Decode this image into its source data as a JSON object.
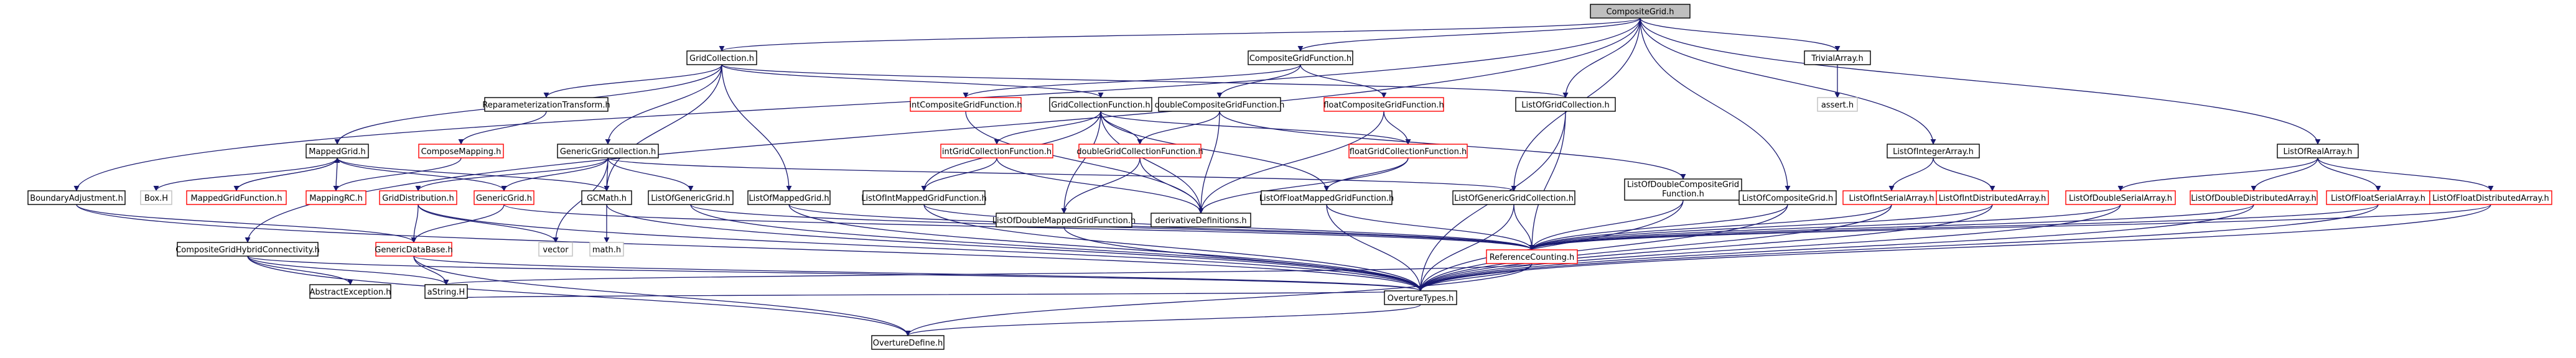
{
  "graph": {
    "nodes": [
      {
        "id": "CompositeGrid.h",
        "label": "CompositeGrid.h",
        "style": "root"
      },
      {
        "id": "GridCollection.h",
        "label": "GridCollection.h",
        "style": "black"
      },
      {
        "id": "CompositeGridFunction.h",
        "label": "CompositeGridFunction.h",
        "style": "black"
      },
      {
        "id": "TrivialArray.h",
        "label": "TrivialArray.h",
        "style": "black"
      },
      {
        "id": "assert.h",
        "label": "assert.h",
        "style": "gray"
      },
      {
        "id": "ReparameterizationTransform.h",
        "label": "ReparameterizationTransform.h",
        "style": "black"
      },
      {
        "id": "intCompositeGridFunction.h",
        "label": "intCompositeGridFunction.h",
        "style": "red"
      },
      {
        "id": "GridCollectionFunction.h",
        "label": "GridCollectionFunction.h",
        "style": "black"
      },
      {
        "id": "doubleCompositeGridFunction.h",
        "label": "doubleCompositeGridFunction.h",
        "style": "black"
      },
      {
        "id": "floatCompositeGridFunction.h",
        "label": "floatCompositeGridFunction.h",
        "style": "red"
      },
      {
        "id": "ListOfGridCollection.h",
        "label": "ListOfGridCollection.h",
        "style": "black"
      },
      {
        "id": "ComposeMapping.h",
        "label": "ComposeMapping.h",
        "style": "red"
      },
      {
        "id": "intGridCollectionFunction.h",
        "label": "intGridCollectionFunction.h",
        "style": "red"
      },
      {
        "id": "doubleGridCollectionFunction.h",
        "label": "doubleGridCollectionFunction.h",
        "style": "red"
      },
      {
        "id": "floatGridCollectionFunction.h",
        "label": "floatGridCollectionFunction.h",
        "style": "red"
      },
      {
        "id": "MappedGrid.h",
        "label": "MappedGrid.h",
        "style": "black"
      },
      {
        "id": "GenericGridCollection.h",
        "label": "GenericGridCollection.h",
        "style": "black"
      },
      {
        "id": "ListOfIntegerArray.h",
        "label": "ListOfIntegerArray.h",
        "style": "black"
      },
      {
        "id": "ListOfRealArray.h",
        "label": "ListOfRealArray.h",
        "style": "black"
      },
      {
        "id": "BoundaryAdjustment.h",
        "label": "BoundaryAdjustment.h",
        "style": "black"
      },
      {
        "id": "Box.H",
        "label": "Box.H",
        "style": "gray"
      },
      {
        "id": "MappedGridFunction.h",
        "label": "MappedGridFunction.h",
        "style": "red"
      },
      {
        "id": "MappingRC.h",
        "label": "MappingRC.h",
        "style": "red"
      },
      {
        "id": "GridDistribution.h",
        "label": "GridDistribution.h",
        "style": "red"
      },
      {
        "id": "GenericGrid.h",
        "label": "GenericGrid.h",
        "style": "red"
      },
      {
        "id": "GCMath.h",
        "label": "GCMath.h",
        "style": "black"
      },
      {
        "id": "ListOfGenericGrid.h",
        "label": "ListOfGenericGrid.h",
        "style": "black"
      },
      {
        "id": "ListOfMappedGrid.h",
        "label": "ListOfMappedGrid.h",
        "style": "black"
      },
      {
        "id": "ListOfIntMappedGridFunction.h",
        "label": "ListOfIntMappedGridFunction.h",
        "style": "black"
      },
      {
        "id": "ListOfDoubleMappedGridFunction.h",
        "label": "ListOfDoubleMappedGridFunction.h",
        "style": "black"
      },
      {
        "id": "derivativeDefinitions.h",
        "label": "derivativeDefinitions.h",
        "style": "black"
      },
      {
        "id": "ListOfFloatMappedGridFunction.h",
        "label": "ListOfFloatMappedGridFunction.h",
        "style": "black"
      },
      {
        "id": "ListOfGenericGridCollection.h",
        "label": "ListOfGenericGridCollection.h",
        "style": "black"
      },
      {
        "id": "ListOfDoubleCompositeGridFunction.h",
        "label": "ListOfDoubleCompositeGrid\nFunction.h",
        "style": "black"
      },
      {
        "id": "ListOfCompositeGrid.h",
        "label": "ListOfCompositeGrid.h",
        "style": "black"
      },
      {
        "id": "ListOfIntSerialArray.h",
        "label": "ListOfIntSerialArray.h",
        "style": "red"
      },
      {
        "id": "ListOfIntDistributedArray.h",
        "label": "ListOfIntDistributedArray.h",
        "style": "red"
      },
      {
        "id": "ListOfDoubleSerialArray.h",
        "label": "ListOfDoubleSerialArray.h",
        "style": "red"
      },
      {
        "id": "ListOfDoubleDistributedArray.h",
        "label": "ListOfDoubleDistributedArray.h",
        "style": "red"
      },
      {
        "id": "ListOfFloatSerialArray.h",
        "label": "ListOfFloatSerialArray.h",
        "style": "red"
      },
      {
        "id": "ListOfFloatDistributedArray.h",
        "label": "ListOfFloatDistributedArray.h",
        "style": "red"
      },
      {
        "id": "CompositeGridHybridConnectivity.h",
        "label": "CompositeGridHybridConnectivity.h",
        "style": "black"
      },
      {
        "id": "GenericDataBase.h",
        "label": "GenericDataBase.h",
        "style": "red"
      },
      {
        "id": "vector",
        "label": "vector",
        "style": "gray"
      },
      {
        "id": "math.h",
        "label": "math.h",
        "style": "gray"
      },
      {
        "id": "ReferenceCounting.h",
        "label": "ReferenceCounting.h",
        "style": "red"
      },
      {
        "id": "AbstractException.h",
        "label": "AbstractException.h",
        "style": "black"
      },
      {
        "id": "aString.H",
        "label": "aString.H",
        "style": "black"
      },
      {
        "id": "OvertureTypes.h",
        "label": "OvertureTypes.h",
        "style": "black"
      },
      {
        "id": "OvertureDefine.h",
        "label": "OvertureDefine.h",
        "style": "black"
      }
    ],
    "edges": [
      [
        "CompositeGrid.h",
        "GridCollection.h"
      ],
      [
        "CompositeGrid.h",
        "CompositeGridFunction.h"
      ],
      [
        "CompositeGrid.h",
        "TrivialArray.h"
      ],
      [
        "CompositeGrid.h",
        "ListOfGridCollection.h"
      ],
      [
        "CompositeGrid.h",
        "ListOfIntegerArray.h"
      ],
      [
        "CompositeGrid.h",
        "ListOfRealArray.h"
      ],
      [
        "CompositeGrid.h",
        "ListOfGenericGridCollection.h"
      ],
      [
        "CompositeGrid.h",
        "ListOfCompositeGrid.h"
      ],
      [
        "CompositeGrid.h",
        "BoundaryAdjustment.h"
      ],
      [
        "CompositeGrid.h",
        "CompositeGridHybridConnectivity.h"
      ],
      [
        "TrivialArray.h",
        "assert.h"
      ],
      [
        "GridCollection.h",
        "ReparameterizationTransform.h"
      ],
      [
        "GridCollection.h",
        "GridCollectionFunction.h"
      ],
      [
        "GridCollection.h",
        "ListOfGridCollection.h"
      ],
      [
        "GridCollection.h",
        "MappedGrid.h"
      ],
      [
        "GridCollection.h",
        "GenericGridCollection.h"
      ],
      [
        "GridCollection.h",
        "ListOfMappedGrid.h"
      ],
      [
        "GridCollection.h",
        "GCMath.h"
      ],
      [
        "ReparameterizationTransform.h",
        "ComposeMapping.h"
      ],
      [
        "ComposeMapping.h",
        "MappingRC.h"
      ],
      [
        "CompositeGridFunction.h",
        "intCompositeGridFunction.h"
      ],
      [
        "CompositeGridFunction.h",
        "doubleCompositeGridFunction.h"
      ],
      [
        "CompositeGridFunction.h",
        "floatCompositeGridFunction.h"
      ],
      [
        "intCompositeGridFunction.h",
        "derivativeDefinitions.h"
      ],
      [
        "doubleCompositeGridFunction.h",
        "doubleGridCollectionFunction.h"
      ],
      [
        "doubleCompositeGridFunction.h",
        "derivativeDefinitions.h"
      ],
      [
        "doubleCompositeGridFunction.h",
        "ListOfDoubleCompositeGridFunction.h"
      ],
      [
        "floatCompositeGridFunction.h",
        "floatGridCollectionFunction.h"
      ],
      [
        "floatCompositeGridFunction.h",
        "derivativeDefinitions.h"
      ],
      [
        "GridCollectionFunction.h",
        "intGridCollectionFunction.h"
      ],
      [
        "GridCollectionFunction.h",
        "doubleGridCollectionFunction.h"
      ],
      [
        "GridCollectionFunction.h",
        "floatGridCollectionFunction.h"
      ],
      [
        "GridCollectionFunction.h",
        "ListOfIntMappedGridFunction.h"
      ],
      [
        "GridCollectionFunction.h",
        "ListOfDoubleMappedGridFunction.h"
      ],
      [
        "GridCollectionFunction.h",
        "ListOfFloatMappedGridFunction.h"
      ],
      [
        "GridCollectionFunction.h",
        "derivativeDefinitions.h"
      ],
      [
        "intGridCollectionFunction.h",
        "ListOfIntMappedGridFunction.h"
      ],
      [
        "intGridCollectionFunction.h",
        "derivativeDefinitions.h"
      ],
      [
        "doubleGridCollectionFunction.h",
        "ListOfDoubleMappedGridFunction.h"
      ],
      [
        "doubleGridCollectionFunction.h",
        "derivativeDefinitions.h"
      ],
      [
        "floatGridCollectionFunction.h",
        "ListOfFloatMappedGridFunction.h"
      ],
      [
        "floatGridCollectionFunction.h",
        "derivativeDefinitions.h"
      ],
      [
        "ListOfGridCollection.h",
        "OvertureTypes.h"
      ],
      [
        "ListOfGridCollection.h",
        "ReferenceCounting.h"
      ],
      [
        "MappedGrid.h",
        "Box.H"
      ],
      [
        "MappedGrid.h",
        "MappedGridFunction.h"
      ],
      [
        "MappedGrid.h",
        "MappingRC.h"
      ],
      [
        "MappedGrid.h",
        "GenericGrid.h"
      ],
      [
        "MappedGrid.h",
        "GCMath.h"
      ],
      [
        "MappedGridFunction.h",
        "MappedGrid.h"
      ],
      [
        "GenericGridCollection.h",
        "GridDistribution.h"
      ],
      [
        "GenericGridCollection.h",
        "GenericGrid.h"
      ],
      [
        "GenericGridCollection.h",
        "GCMath.h"
      ],
      [
        "GenericGridCollection.h",
        "ListOfGenericGrid.h"
      ],
      [
        "GenericGridCollection.h",
        "vector"
      ],
      [
        "GenericGridCollection.h",
        "ListOfGenericGridCollection.h"
      ],
      [
        "GridDistribution.h",
        "GenericDataBase.h"
      ],
      [
        "GridDistribution.h",
        "vector"
      ],
      [
        "GridDistribution.h",
        "OvertureTypes.h"
      ],
      [
        "GenericGrid.h",
        "GenericDataBase.h"
      ],
      [
        "GenericGrid.h",
        "ReferenceCounting.h"
      ],
      [
        "GCMath.h",
        "math.h"
      ],
      [
        "GCMath.h",
        "OvertureTypes.h"
      ],
      [
        "ListOfGenericGrid.h",
        "ReferenceCounting.h"
      ],
      [
        "ListOfGenericGrid.h",
        "OvertureTypes.h"
      ],
      [
        "ListOfMappedGrid.h",
        "ReferenceCounting.h"
      ],
      [
        "ListOfMappedGrid.h",
        "OvertureTypes.h"
      ],
      [
        "ListOfIntMappedGridFunction.h",
        "ReferenceCounting.h"
      ],
      [
        "ListOfIntMappedGridFunction.h",
        "OvertureTypes.h"
      ],
      [
        "ListOfDoubleMappedGridFunction.h",
        "OvertureTypes.h"
      ],
      [
        "ListOfFloatMappedGridFunction.h",
        "ReferenceCounting.h"
      ],
      [
        "ListOfFloatMappedGridFunction.h",
        "OvertureTypes.h"
      ],
      [
        "ListOfGenericGridCollection.h",
        "ReferenceCounting.h"
      ],
      [
        "ListOfGenericGridCollection.h",
        "OvertureTypes.h"
      ],
      [
        "ListOfDoubleCompositeGridFunction.h",
        "ReferenceCounting.h"
      ],
      [
        "ListOfDoubleCompositeGridFunction.h",
        "OvertureTypes.h"
      ],
      [
        "ListOfCompositeGrid.h",
        "ReferenceCounting.h"
      ],
      [
        "ListOfCompositeGrid.h",
        "OvertureTypes.h"
      ],
      [
        "ListOfIntegerArray.h",
        "ListOfIntSerialArray.h"
      ],
      [
        "ListOfIntegerArray.h",
        "ListOfIntDistributedArray.h"
      ],
      [
        "ListOfIntSerialArray.h",
        "ReferenceCounting.h"
      ],
      [
        "ListOfIntSerialArray.h",
        "OvertureTypes.h"
      ],
      [
        "ListOfIntDistributedArray.h",
        "ReferenceCounting.h"
      ],
      [
        "ListOfIntDistributedArray.h",
        "OvertureTypes.h"
      ],
      [
        "ListOfRealArray.h",
        "ListOfDoubleSerialArray.h"
      ],
      [
        "ListOfRealArray.h",
        "ListOfDoubleDistributedArray.h"
      ],
      [
        "ListOfRealArray.h",
        "ListOfFloatSerialArray.h"
      ],
      [
        "ListOfRealArray.h",
        "ListOfFloatDistributedArray.h"
      ],
      [
        "ListOfDoubleSerialArray.h",
        "ReferenceCounting.h"
      ],
      [
        "ListOfDoubleSerialArray.h",
        "OvertureTypes.h"
      ],
      [
        "ListOfDoubleDistributedArray.h",
        "ReferenceCounting.h"
      ],
      [
        "ListOfDoubleDistributedArray.h",
        "OvertureTypes.h"
      ],
      [
        "ListOfFloatSerialArray.h",
        "ReferenceCounting.h"
      ],
      [
        "ListOfFloatSerialArray.h",
        "OvertureTypes.h"
      ],
      [
        "ListOfFloatDistributedArray.h",
        "ReferenceCounting.h"
      ],
      [
        "ListOfFloatDistributedArray.h",
        "OvertureTypes.h"
      ],
      [
        "BoundaryAdjustment.h",
        "GenericDataBase.h"
      ],
      [
        "BoundaryAdjustment.h",
        "OvertureTypes.h"
      ],
      [
        "CompositeGridHybridConnectivity.h",
        "AbstractException.h"
      ],
      [
        "CompositeGridHybridConnectivity.h",
        "aString.H"
      ],
      [
        "CompositeGridHybridConnectivity.h",
        "OvertureTypes.h"
      ],
      [
        "CompositeGridHybridConnectivity.h",
        "OvertureDefine.h"
      ],
      [
        "GenericDataBase.h",
        "aString.H"
      ],
      [
        "GenericDataBase.h",
        "OvertureTypes.h"
      ],
      [
        "GenericDataBase.h",
        "OvertureDefine.h"
      ],
      [
        "ReferenceCounting.h",
        "aString.H"
      ],
      [
        "ReferenceCounting.h",
        "OvertureTypes.h"
      ],
      [
        "ReferenceCounting.h",
        "OvertureDefine.h"
      ],
      [
        "OvertureTypes.h",
        "aString.H"
      ],
      [
        "OvertureTypes.h",
        "OvertureDefine.h"
      ]
    ]
  },
  "colors": {
    "edge": "#191970",
    "root_fill": "#bfbfbf",
    "node_fill": "#ffffff",
    "black_border": "#000000",
    "red_border": "#ff0000",
    "gray_border": "#bfbfbf"
  }
}
